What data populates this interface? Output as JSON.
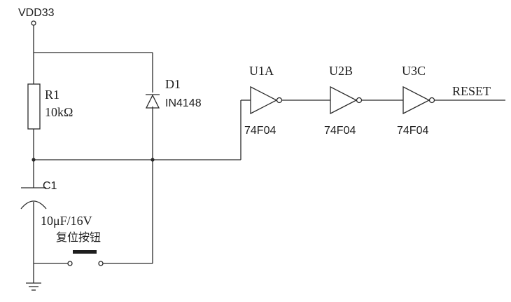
{
  "supply": {
    "label": "VDD33"
  },
  "resistor": {
    "ref": "R1",
    "value": "10kΩ"
  },
  "diode": {
    "ref": "D1",
    "part": "IN4148"
  },
  "capacitor": {
    "ref": "C1",
    "value": "10μF/16V"
  },
  "reset_button": {
    "label": "复位按钮"
  },
  "inverters": [
    {
      "ref": "U1A",
      "part": "74F04"
    },
    {
      "ref": "U2B",
      "part": "74F04"
    },
    {
      "ref": "U3C",
      "part": "74F04"
    }
  ],
  "output": {
    "label": "RESET"
  }
}
